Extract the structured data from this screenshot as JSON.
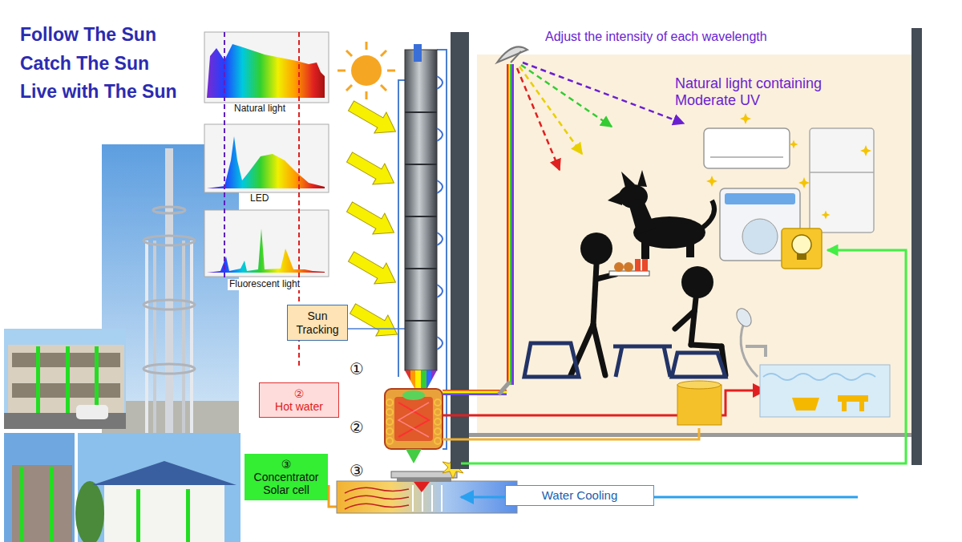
{
  "diagram": {
    "nodes": [
      {
        "text": [
          "Sun Tracking"
        ]
      },
      {
        "text": [
          "②",
          "Hot water"
        ]
      },
      {
        "text": [
          "③",
          "Concentrator Solar cell"
        ]
      },
      {
        "text": [
          "Water Cooling"
        ]
      }
    ],
    "labels": [
      "Follow The Sun",
      "Catch The Sun",
      "Live with The Sun",
      "Natural light",
      "LED",
      "Fluorescent light",
      "Adjust the intensity of each wavelength",
      "Natural light containing Moderate UV",
      "①",
      "②",
      "③"
    ]
  }
}
